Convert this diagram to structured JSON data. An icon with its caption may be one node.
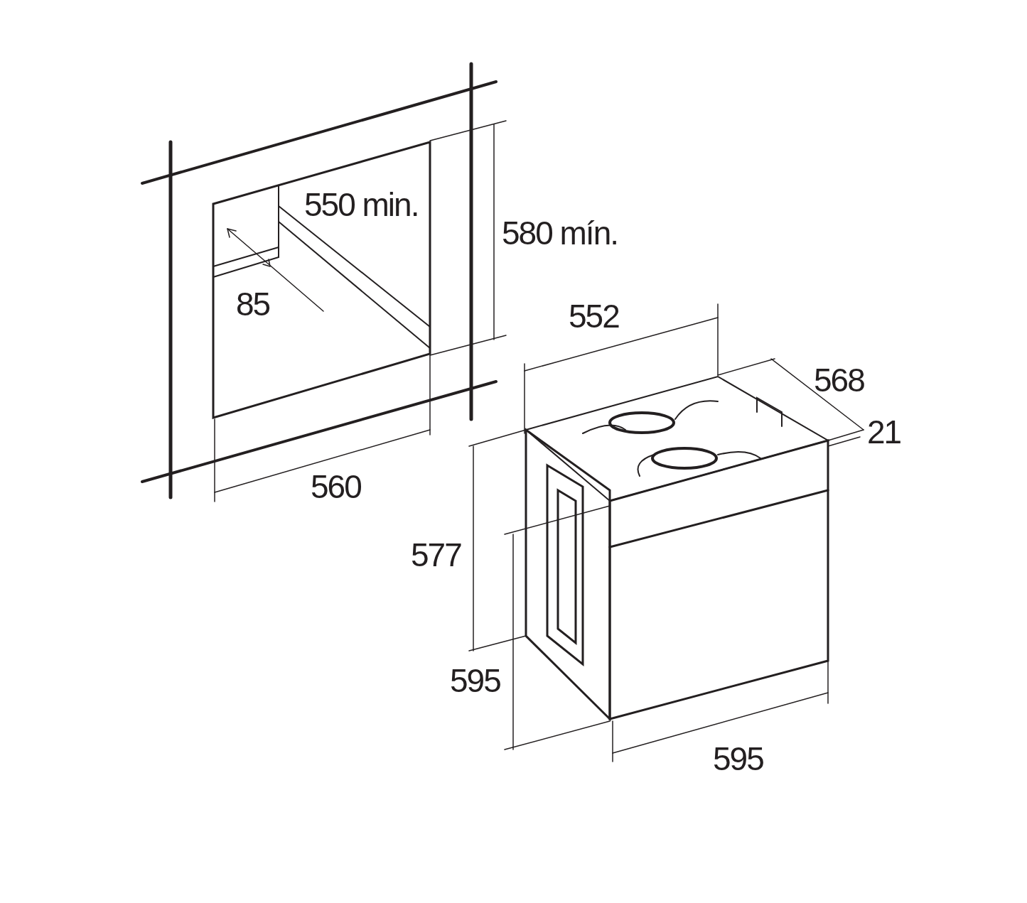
{
  "diagram": {
    "labels": [
      "550 min.",
      "580 mín.",
      "85",
      "552",
      "568",
      "21",
      "560",
      "577",
      "595",
      "595"
    ]
  }
}
